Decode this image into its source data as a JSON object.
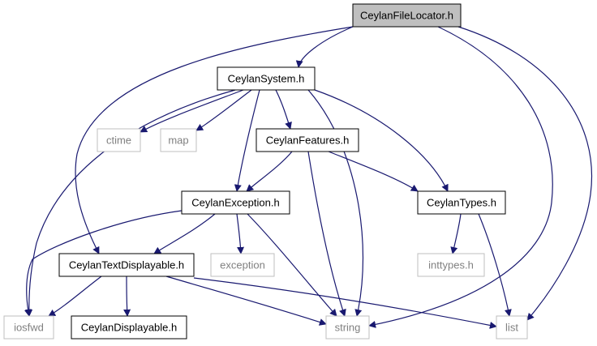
{
  "colors": {
    "edge": "#191970",
    "node_border_local": "#000000",
    "node_border_system": "#bfbfbf",
    "node_fill": "#ffffff",
    "root_fill": "#bfbfbf",
    "text_local": "#000000",
    "text_system": "#808080"
  },
  "nodes": [
    {
      "id": "root",
      "label": "CeylanFileLocator.h",
      "kind": "root"
    },
    {
      "id": "system",
      "label": "CeylanSystem.h",
      "kind": "local"
    },
    {
      "id": "ctime",
      "label": "ctime",
      "kind": "system"
    },
    {
      "id": "map",
      "label": "map",
      "kind": "system"
    },
    {
      "id": "features",
      "label": "CeylanFeatures.h",
      "kind": "local"
    },
    {
      "id": "exception_h",
      "label": "CeylanException.h",
      "kind": "local"
    },
    {
      "id": "types",
      "label": "CeylanTypes.h",
      "kind": "local"
    },
    {
      "id": "textdisp",
      "label": "CeylanTextDisplayable.h",
      "kind": "local"
    },
    {
      "id": "exception",
      "label": "exception",
      "kind": "system"
    },
    {
      "id": "inttypes",
      "label": "inttypes.h",
      "kind": "system"
    },
    {
      "id": "iosfwd",
      "label": "iosfwd",
      "kind": "system"
    },
    {
      "id": "displayable",
      "label": "CeylanDisplayable.h",
      "kind": "local"
    },
    {
      "id": "string",
      "label": "string",
      "kind": "system"
    },
    {
      "id": "list",
      "label": "list",
      "kind": "system"
    }
  ]
}
